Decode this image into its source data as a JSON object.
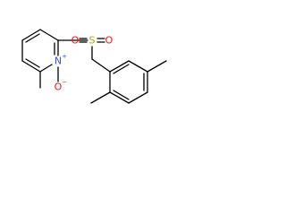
{
  "molecule": {
    "atoms": {
      "pyridine_n": {
        "symbol": "N",
        "charge": "+",
        "color": "#3050F8"
      },
      "n_oxide_o": {
        "symbol": "O",
        "charge": "−",
        "color": "#FF0D0D"
      },
      "sulfur": {
        "symbol": "S",
        "color": "#B8A200"
      },
      "sulfonyl_o_left": {
        "symbol": "O",
        "color": "#FF0D0D"
      },
      "sulfonyl_o_right": {
        "symbol": "O",
        "color": "#FF0D0D"
      }
    },
    "bond_color": "#000000"
  }
}
